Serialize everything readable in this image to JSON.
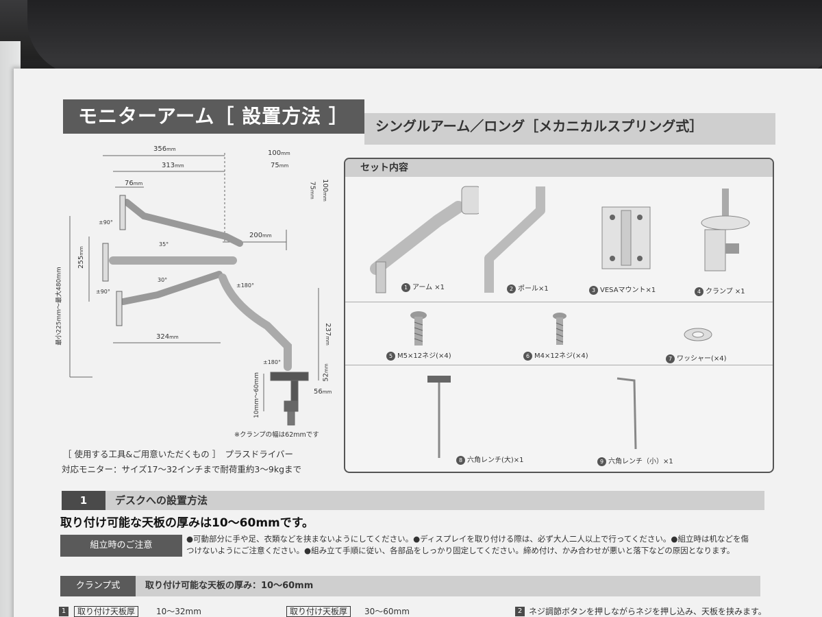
{
  "titles": {
    "main": "モニターアーム［ 設置方法 ］",
    "sub": "シングルアーム／ロング［メカニカルスプリング式］"
  },
  "dimensions": {
    "d356": "356",
    "d313": "313",
    "d76": "76",
    "d200": "200",
    "d324": "324",
    "d100a": "100",
    "d75a": "75",
    "d75b": "75",
    "d100b": "100",
    "d255": "255",
    "d237": "237",
    "d52": "52",
    "d56": "56",
    "range_vertical": "最小225mm～最大480mm",
    "range_clamp": "10mm～60mm",
    "tilt_up": "±90°",
    "tilt_down": "±90°",
    "rot1": "±180°",
    "rot2": "±180°",
    "angle_up": "35°",
    "angle_down": "30°",
    "unit": "mm",
    "clamp_width_note": "※クランプの幅は62mmです"
  },
  "set_contents": {
    "heading": "セット内容",
    "items": [
      {
        "num": "1",
        "label": "アーム ×1"
      },
      {
        "num": "2",
        "label": "ポール×1"
      },
      {
        "num": "3",
        "label": "VESAマウント×1"
      },
      {
        "num": "4",
        "label": "クランプ ×1"
      },
      {
        "num": "5",
        "label": "M5×12ネジ(×4)"
      },
      {
        "num": "6",
        "label": "M4×12ネジ(×4)"
      },
      {
        "num": "7",
        "label": "ワッシャー(×4)"
      },
      {
        "num": "8",
        "label": "六角レンチ(大)×1"
      },
      {
        "num": "9",
        "label": "六角レンチ（小）×1"
      }
    ]
  },
  "tools": {
    "line1": "［ 使用する工具&ご用意いただくもの ］　プラスドライバー",
    "line2": "対応モニター：サイズ17～32インチまで耐荷重約3～9kgまで"
  },
  "section1": {
    "num": "1",
    "title": "デスクへの設置方法",
    "thickness_heading": "取り付け可能な天板の厚みは10～60mmです。",
    "caution_label": "組立時のご注意",
    "caution_line1": "●可動部分に手や足、衣類などを挟まないようにしてください。●ディスプレイを取り付ける際は、必ず大人二人以上で行ってください。●組立時は机などを傷",
    "caution_line2": "つけないようにご注意ください。●組み立て手順に従い、各部品をしっかり固定してください。締め付け、かみ合わせが悪いと落下などの原因となります。"
  },
  "clamp": {
    "label": "クランプ式",
    "text": "取り付け可能な天板の厚み：10～60mm"
  },
  "steps": {
    "step1_num": "1",
    "thick1_label": "取り付け天板厚",
    "thick1_value": "10～32mm",
    "thick2_label": "取り付け天板厚",
    "thick2_value": "30～60mm",
    "step2_num": "2",
    "step2_text": "ネジ調節ボタンを押しながらネジを押し込み、天板を挟みます。"
  }
}
